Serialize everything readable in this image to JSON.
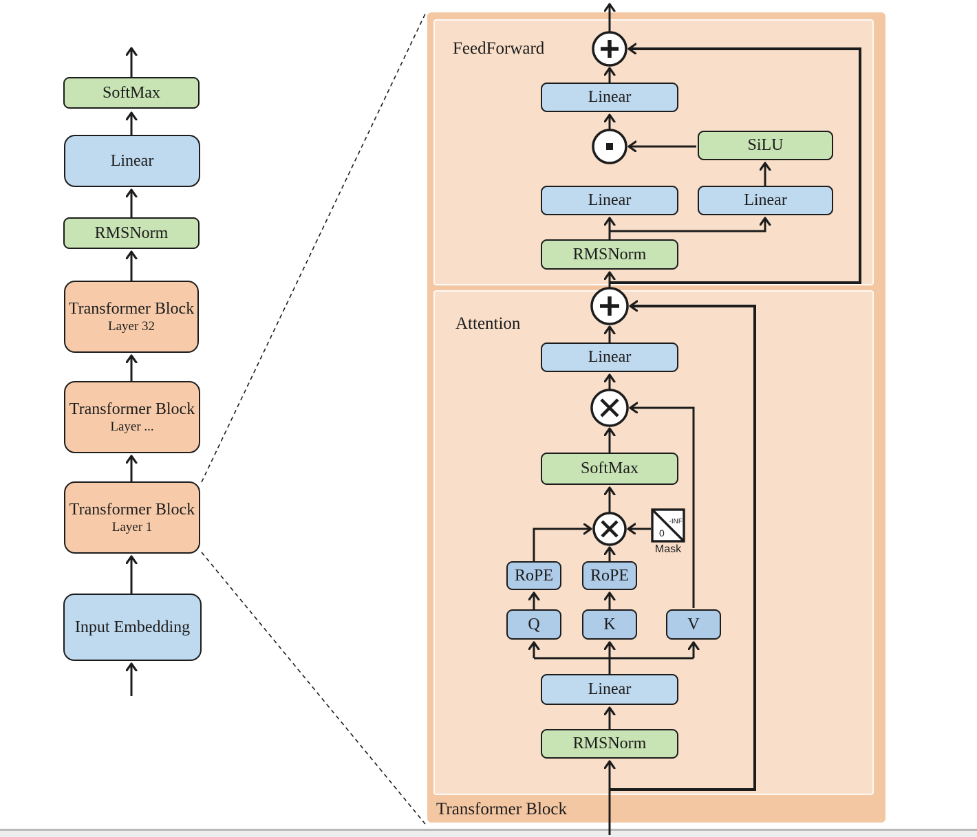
{
  "colors": {
    "green": "#c8e3b4",
    "blue": "#bfd9ef",
    "blue2": "#aecbe8",
    "orange": "#f7cbaa",
    "panel-outer": "#f4c7a3",
    "panel-inner": "#f9dfca",
    "ink": "#1c1c1c"
  },
  "left": {
    "boxes": [
      {
        "label": "SoftMax"
      },
      {
        "label": "Linear"
      },
      {
        "label": "RMSNorm"
      },
      {
        "label": "Transformer Block",
        "sublabel": "Layer 32"
      },
      {
        "label": "Transformer Block",
        "sublabel": "Layer ..."
      },
      {
        "label": "Transformer Block",
        "sublabel": "Layer 1"
      },
      {
        "label": "Input Embedding"
      }
    ]
  },
  "block": {
    "label": "Transformer Block",
    "feedforward": {
      "label": "FeedForward",
      "linear_out": "Linear",
      "silu": "SiLU",
      "linear_gate": "Linear",
      "linear_up": "Linear",
      "rmsnorm": "RMSNorm"
    },
    "attention": {
      "label": "Attention",
      "linear_out": "Linear",
      "softmax": "SoftMax",
      "rope_q": "RoPE",
      "rope_k": "RoPE",
      "q": "Q",
      "k": "K",
      "v": "V",
      "linear_qkv": "Linear",
      "rmsnorm": "RMSNorm",
      "mask": {
        "zero": "0",
        "neg_inf": "-INF",
        "label": "Mask"
      }
    },
    "operators": {
      "add": "+",
      "elementwise_product": "·",
      "matmul": "×"
    }
  }
}
